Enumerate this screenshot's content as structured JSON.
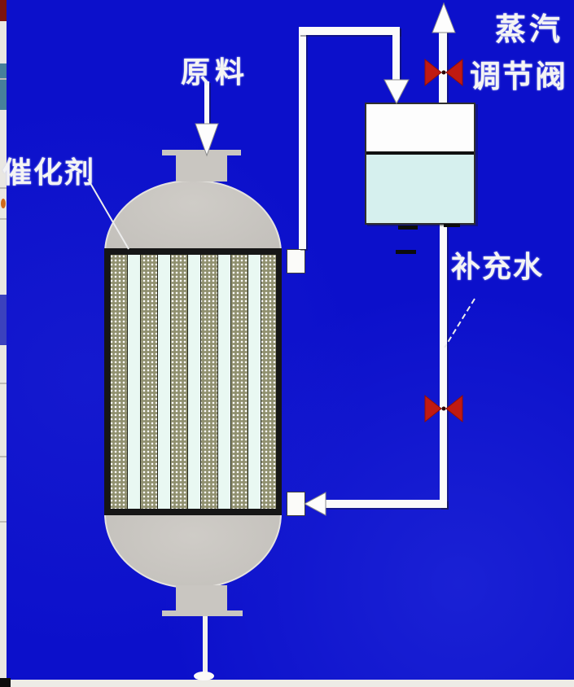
{
  "diagram": {
    "type": "process-flow-diagram",
    "labels": {
      "feed": "原料",
      "catalyst": "催化剂",
      "steam": "蒸汽",
      "control_valve": "调节阀",
      "makeup_water": "补充水"
    },
    "components": {
      "reactor": "catalyst tube reactor",
      "drum": "steam drum with water level",
      "valves": [
        "control valve on steam line",
        "valve on makeup water line"
      ]
    },
    "colors": {
      "background": "#0c10cb",
      "pipe": "#fbfbfa",
      "vessel_gray": "#c9c6c1",
      "tube_checker": "#90906f",
      "tube_gap": "#e9f8f2",
      "tube_sheet": "#161616",
      "drum_water": "#d6f0ee",
      "valve_red": "#c01a12",
      "label_text": "#f4f4f4"
    }
  }
}
